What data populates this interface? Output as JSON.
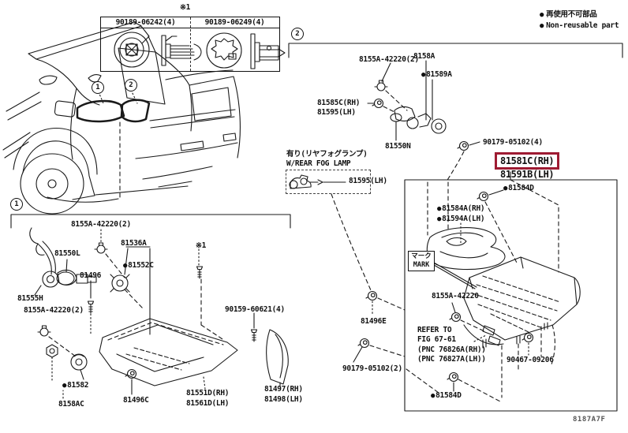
{
  "colors": {
    "highlight_box": "#9e1b32",
    "line": "#1a1a1a"
  },
  "legend": {
    "non_reusable_jp": "再使用不可部品",
    "non_reusable_en": "Non-reusable part"
  },
  "icons": {
    "non_reusable_dot": "●"
  },
  "fastener_table": {
    "note": "※1",
    "columns": [
      "90189-06242(4)",
      "90189-06249(4)"
    ]
  },
  "callouts": {
    "car_1": "1",
    "car_2": "2",
    "section_1": "1",
    "section_2": "2"
  },
  "notes": {
    "asterisk1": "※1",
    "fog_jp": "有り(リヤフォグランプ)",
    "fog_en": "W/REAR FOG LAMP",
    "mark_jp": "マーク",
    "mark_en": "MARK",
    "refer_l1": "REFER TO",
    "refer_l2": "FIG 67-61",
    "refer_l3": "(PNC 76826A(RH))",
    "refer_l4": "(PNC 76827A(LH))"
  },
  "parts": {
    "p8155a_42220_2": "8155A-42220(2)",
    "p8155a_42220": "8155A-42220",
    "p8158a": "8158A",
    "p81589a": "81589A",
    "p81585c": "81585C(RH)",
    "p81595": "81595(LH)",
    "p81550n": "81550N",
    "p90179_05102_4": "90179-05102(4)",
    "p81581c": "81581C(RH)",
    "p81591b": "81591B(LH)",
    "p81584d": "81584D",
    "p81584a": "81584A(RH)",
    "p81594a": "81594A(LH)",
    "p81496e": "81496E",
    "p90179_05102_2": "90179-05102(2)",
    "p90467_09206": "90467-09206",
    "p81550l": "81550L",
    "p81536a": "81536A",
    "p81552c": "81552C",
    "p81496": "81496",
    "p81555h": "81555H",
    "p90159_60621_4": "90159-60621(4)",
    "p81582": "81582",
    "p8158ac": "8158AC",
    "p81496c": "81496C",
    "p81551d": "81551D(RH)",
    "p81561d": "81561D(LH)",
    "p81497": "81497(RH)",
    "p81498": "81498(LH)"
  },
  "figure_code": "8187A7F"
}
